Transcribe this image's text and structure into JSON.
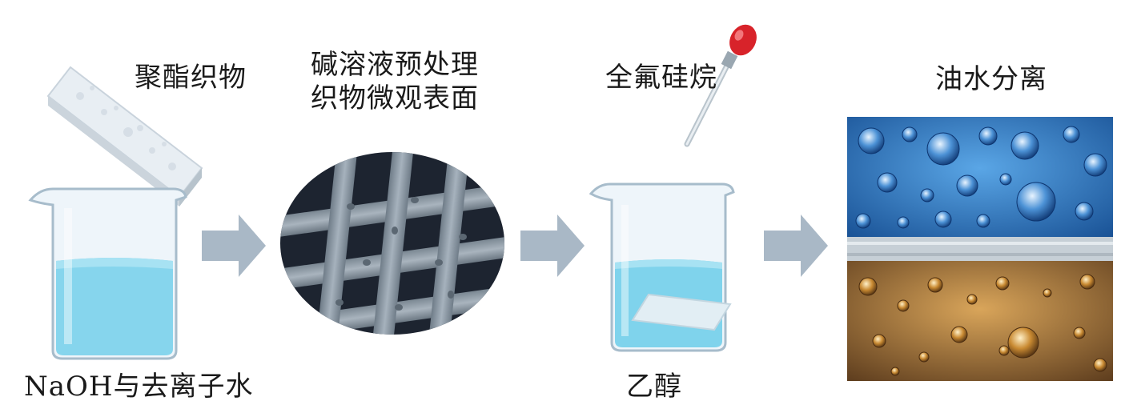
{
  "labels": {
    "fabric": "聚酯织物",
    "micro_line1": "碱溶液预处理",
    "micro_line2": "织物微观表面",
    "fluorosilane": "全氟硅烷",
    "separation": "油水分离",
    "naoh_water": "NaOH与去离子水",
    "ethanol": "乙醇"
  },
  "colors": {
    "arrow": "#a9b8c6",
    "liquid": "#7fd3ec",
    "beaker_glass": "#e6f1f8",
    "fiber": "#8d9aa6",
    "dark_bg": "#1d2430",
    "water_bg": "#1f6fc0",
    "oil_bg": "#b9853a",
    "dropper_bulb": "#d8232a"
  },
  "icons": [
    "fabric-strip-icon",
    "beaker-icon",
    "arrow-right-icon",
    "dropper-icon",
    "fiber-mesh-icon"
  ]
}
